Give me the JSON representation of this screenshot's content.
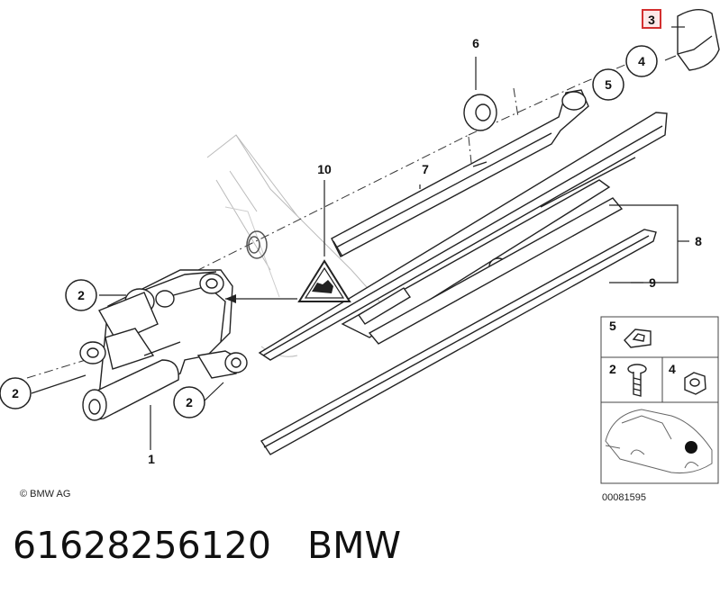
{
  "diagram": {
    "callouts": [
      "1",
      "2",
      "2",
      "2",
      "3",
      "4",
      "5",
      "6",
      "7",
      "8",
      "9",
      "10"
    ],
    "copyright": "© BMW AG",
    "drawing_number": "00081595",
    "legend_labels": [
      "5",
      "2",
      "4"
    ],
    "highlight_color": "#d32f2f"
  },
  "caption": {
    "part_number": "61628256120",
    "brand": "BMW"
  }
}
